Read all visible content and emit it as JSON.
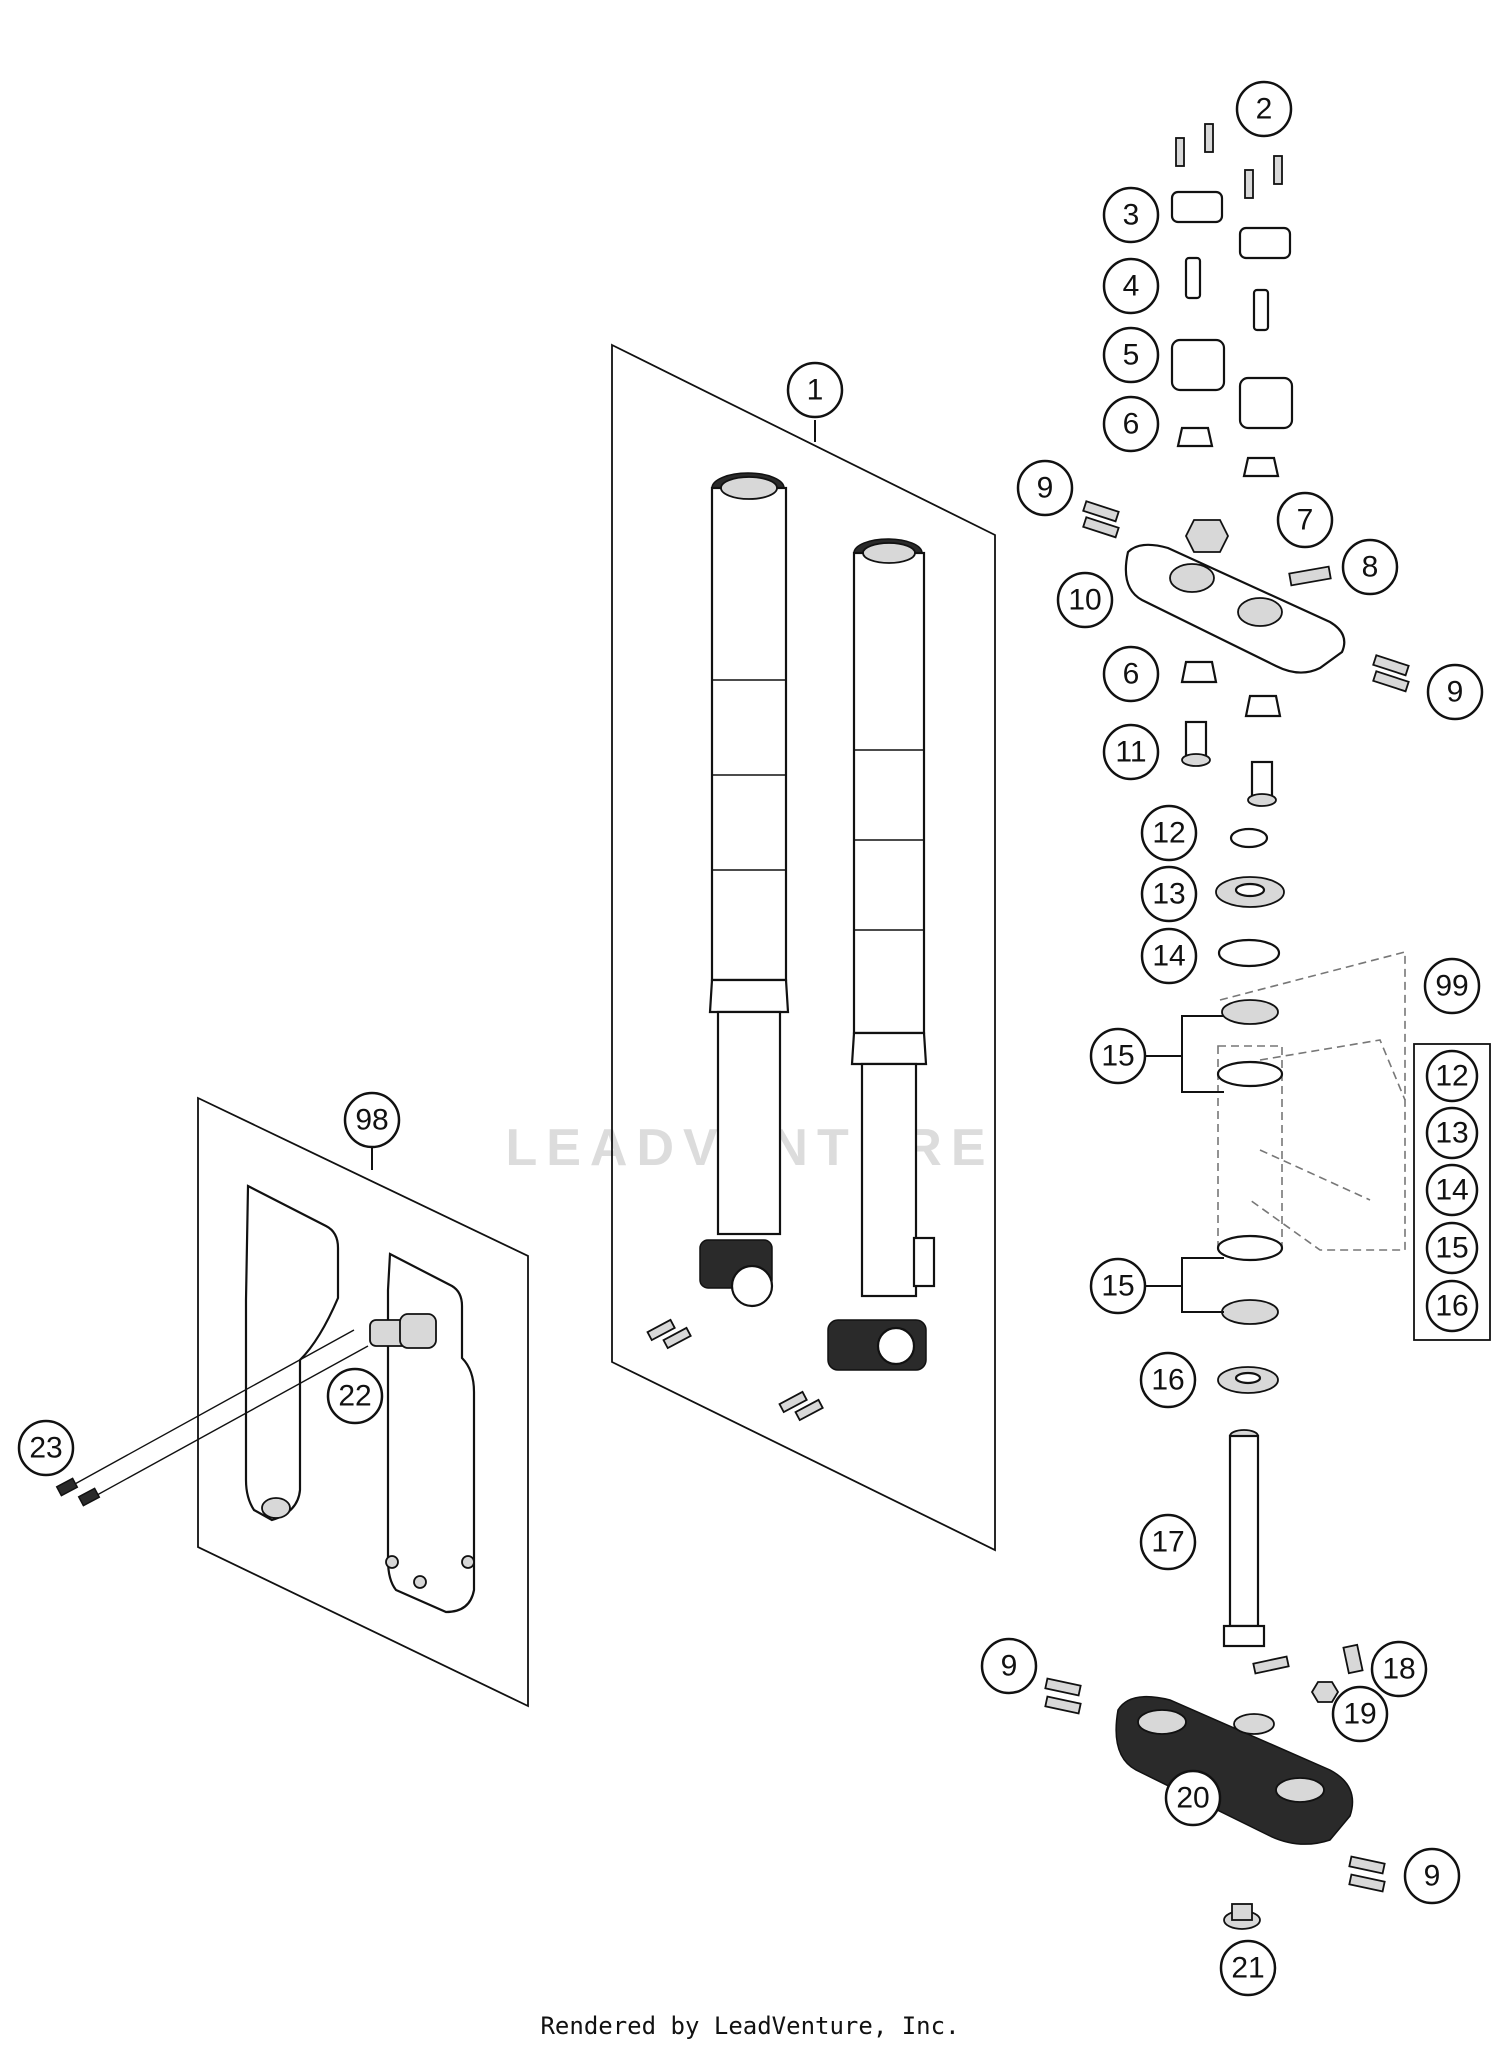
{
  "watermark": "LEADVENTURE",
  "footer": "Rendered by LeadVenture, Inc.",
  "callouts": [
    "1",
    "2",
    "3",
    "4",
    "5",
    "6",
    "7",
    "8",
    "9",
    "10",
    "11",
    "12",
    "13",
    "14",
    "15",
    "16",
    "17",
    "18",
    "19",
    "20",
    "21",
    "22",
    "23",
    "98",
    "99"
  ],
  "kit_99_contents": [
    "12",
    "13",
    "14",
    "15",
    "16"
  ],
  "icons": [
    "fork-leg-icon",
    "bolt-icon",
    "clamp-icon",
    "triple-clamp-icon",
    "bearing-icon",
    "seal-icon",
    "washer-icon",
    "nut-icon",
    "steering-stem-icon",
    "fork-guard-icon",
    "frame-head-icon"
  ]
}
